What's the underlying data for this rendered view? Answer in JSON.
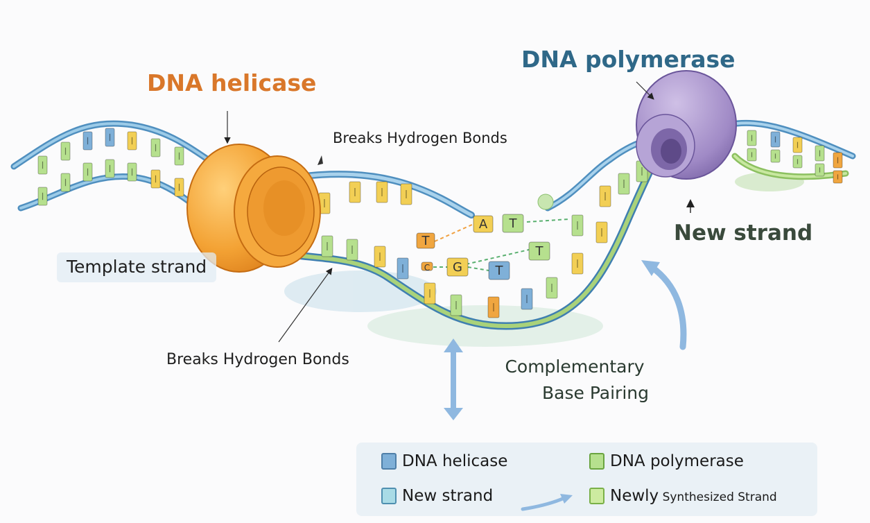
{
  "diagram": {
    "title_helicase": "DNA helicase",
    "title_polymerase": "DNA polymerase",
    "label_breaks_top": "Breaks Hydrogen Bonds",
    "label_breaks_bottom": "Breaks  Hydrogen Bonds",
    "label_template_strand": "Template strand",
    "label_new_strand": "New strand",
    "label_complementary_line1": "Complementary",
    "label_complementary_line2": "Base Pairing",
    "free_nucleotides": [
      "T",
      "A",
      "T",
      "T",
      "C",
      "G",
      "T"
    ],
    "colors": {
      "helicase": "#f0a02c",
      "polymerase": "#9b86c0",
      "backbone": "#6aa3cf",
      "new_backbone": "#a9d27a",
      "base_blue": "#7fb0d8",
      "base_green": "#b6e08e",
      "base_yellow": "#f2cf55",
      "base_orange": "#f0a640",
      "arrow": "#8fb8e0",
      "title_helicase": "#d9772a",
      "title_polymerase": "#2f6888"
    }
  },
  "legend": {
    "items": [
      {
        "label": "DNA helicase",
        "swatch": "#7fb0d8"
      },
      {
        "label": "DNA polymerase",
        "swatch": "#b6e08e"
      },
      {
        "label": "New strand",
        "swatch": "#a9dbe6"
      },
      {
        "label_main": "Newly",
        "label_small": " Synthesized Strand",
        "swatch": "#cdeba0"
      }
    ]
  }
}
